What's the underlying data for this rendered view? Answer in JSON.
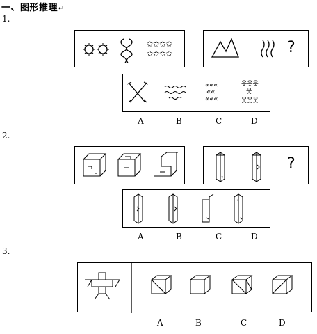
{
  "section_title": "一、图形推理",
  "paragraph_mark": "↵",
  "questions": [
    {
      "number": "1.",
      "question_mark": "?",
      "options": [
        "A",
        "B",
        "C",
        "D"
      ]
    },
    {
      "number": "2.",
      "question_mark": "?",
      "options": [
        "A",
        "B",
        "C",
        "D"
      ]
    },
    {
      "number": "3.",
      "options": [
        "A",
        "B",
        "C",
        "D"
      ]
    }
  ],
  "icons": [
    "sun-icon",
    "swirl-icon",
    "stars-icon",
    "mountain-icon",
    "wave-icon",
    "crossed-swords-icon",
    "wave-marks-icon",
    "arrows-icon",
    "stick-figures-icon",
    "cube-icon",
    "prism-icon",
    "cross-net-icon"
  ]
}
